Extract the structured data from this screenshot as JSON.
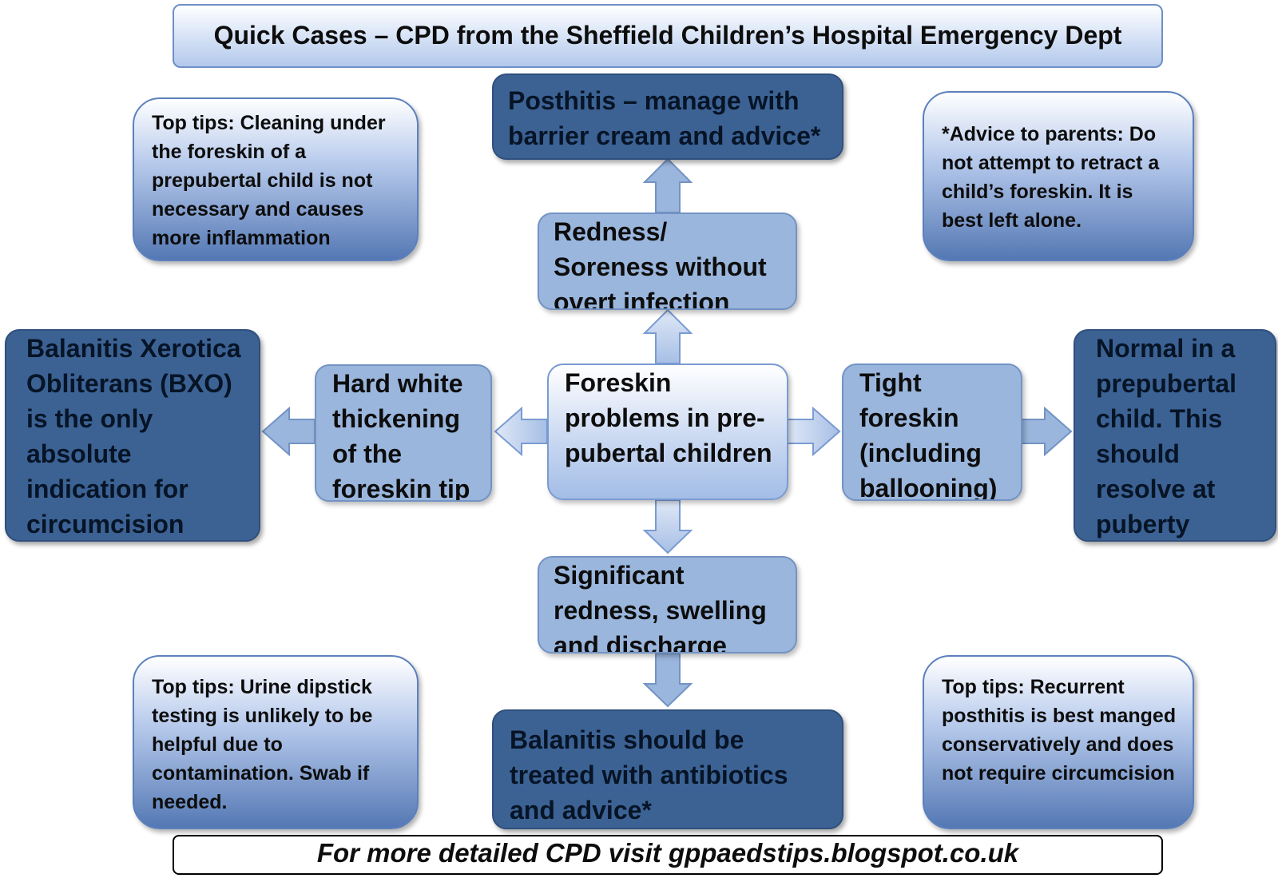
{
  "title": "Quick Cases – CPD from the Sheffield Children’s Hospital Emergency Dept",
  "center": "Foreskin problems in pre-pubertal children",
  "up_node": "Redness/ Soreness without overt infection",
  "up_outcome": "Posthitis – manage with barrier cream and advice*",
  "down_node": "Significant redness, swelling and discharge",
  "down_outcome": "Balanitis should be treated with antibiotics and advice*",
  "left_node": "Hard white thickening of the foreskin tip",
  "left_outcome": "Balanitis Xerotica Obliterans (BXO) is the only absolute indication for circumcision",
  "right_node": "Tight foreskin (including ballooning)",
  "right_outcome": "Normal in a prepubertal child.  This should resolve at puberty",
  "tip_top_left": "Top tips: Cleaning under the foreskin of a prepubertal child is not necessary and causes more inflammation",
  "tip_top_right": "*Advice to parents: Do not attempt to retract a child’s foreskin. It is best left alone.",
  "tip_bottom_left": "Top tips: Urine dipstick testing is unlikely to be helpful due to contamination. Swab if needed.",
  "tip_bottom_right": "Top tips: Recurrent posthitis is best manged conservatively and does not require circumcision",
  "footer": "For more detailed CPD visit gppaedstips.blogspot.co.uk",
  "colors": {
    "dark_box": "#3c6294",
    "mid_box": "#9ab6dd",
    "light_box": "#cfdcf3",
    "border": "#6f8fc7"
  }
}
